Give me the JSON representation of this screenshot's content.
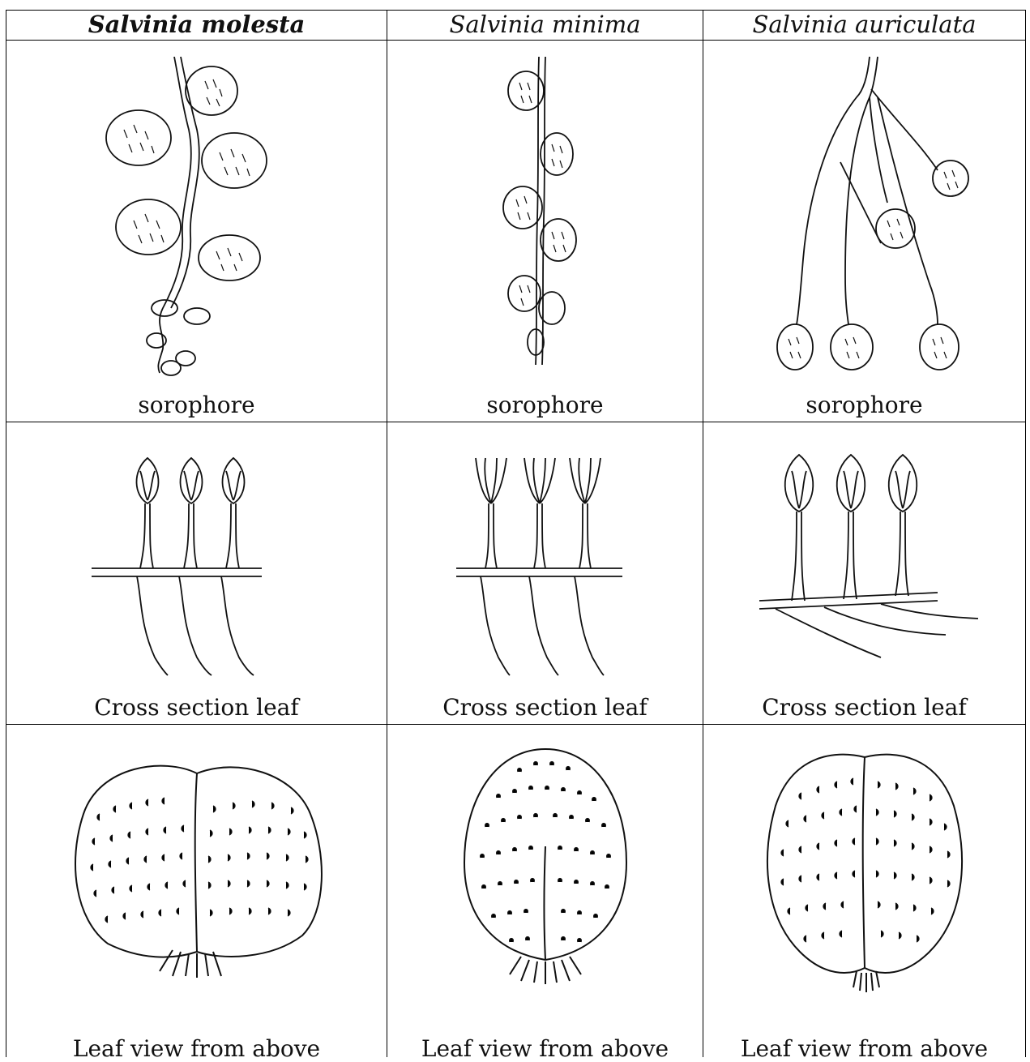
{
  "columns": [
    {
      "species": "Salvinia molesta",
      "bold": true
    },
    {
      "species": "Salvinia minima",
      "bold": false
    },
    {
      "species": "Salvinia auriculata",
      "bold": false
    }
  ],
  "rows": [
    {
      "caption": "sorophore"
    },
    {
      "caption": "Cross section leaf"
    },
    {
      "caption": "Leaf view from above"
    }
  ],
  "colors": {
    "ink": "#111111",
    "border": "#000000",
    "background": "#ffffff"
  }
}
